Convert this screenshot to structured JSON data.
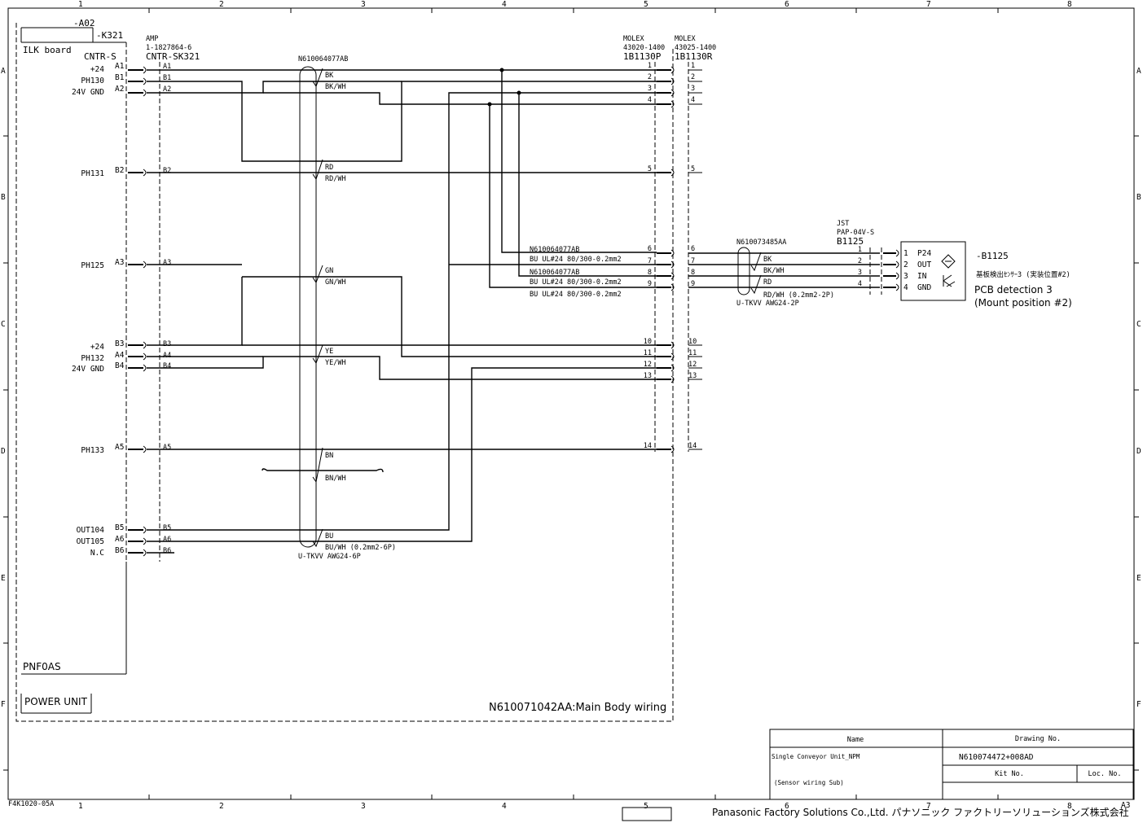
{
  "frame": {
    "col_labels": [
      "1",
      "2",
      "3",
      "4",
      "5",
      "6",
      "7",
      "8"
    ],
    "row_labels": [
      "A",
      "B",
      "C",
      "D",
      "E",
      "F"
    ]
  },
  "labels": {
    "a02": "-A02",
    "k321": "-K321",
    "ilk_board": "ILK board",
    "cntr_s": "CNTR-S",
    "amp": "AMP",
    "amp_part": "1-1827864-6",
    "cntr_sk321": "CNTR-SK321",
    "cable_6p_id": "N610064077AB",
    "molex_p": "MOLEX",
    "molex_p_part": "43020-1400",
    "molex_p_ref": "1B1130P",
    "molex_r": "MOLEX",
    "molex_r_part": "43025-1400",
    "molex_r_ref": "1B1130R",
    "cable_6p_type": "U-TKVV AWG24-6P",
    "cable_6p_spec": "BU/WH (0.2mm2-6P)",
    "pnf0as": "PNF0AS",
    "power_unit": "POWER UNIT",
    "main_body_wiring": "N610071042AA:Main Body wiring",
    "sensor_cable_id": "N610073485AA",
    "sensor_cable_type": "U-TKVV AWG24-2P",
    "sensor_cable_spec": "RD/WH (0.2mm2-2P)",
    "jst": "JST",
    "jst_part": "PAP-04V-S",
    "b1125": "B1125",
    "sensor_ref": "-B1125",
    "sensor_jp": "基板検出ｾﾝｻｰ3 (実装位置#2)",
    "sensor_en1": "PCB detection 3",
    "sensor_en2": "(Mount position #2)",
    "bu_1_id": "N610064077AB",
    "bu_1_spec": "BU   UL#24 80/300-0.2mm2",
    "bu_2_id": "N610064077AB",
    "bu_2_spec": "BU   UL#24 80/300-0.2mm2",
    "bu_3_spec": "BU   UL#24 80/300-0.2mm2",
    "form_no": "F4K1020-05A",
    "size": "A3",
    "company": "Panasonic Factory Solutions Co.,Ltd. パナソニック ファクトリーソリューションズ株式会社"
  },
  "signals": [
    {
      "name": "+24",
      "pin": "A1",
      "pin2": "A1"
    },
    {
      "name": "PH130",
      "pin": "B1",
      "pin2": "B1"
    },
    {
      "name": "24V GND",
      "pin": "A2",
      "pin2": "A2"
    },
    {
      "name": "PH131",
      "pin": "B2",
      "pin2": "B2"
    },
    {
      "name": "PH125",
      "pin": "A3",
      "pin2": "A3"
    },
    {
      "name": "+24",
      "pin": "B3",
      "pin2": "B3"
    },
    {
      "name": "PH132",
      "pin": "A4",
      "pin2": "A4"
    },
    {
      "name": "24V GND",
      "pin": "B4",
      "pin2": "B4"
    },
    {
      "name": "PH133",
      "pin": "A5",
      "pin2": "A5"
    },
    {
      "name": "OUT104",
      "pin": "B5",
      "pin2": "B5"
    },
    {
      "name": "OUT105",
      "pin": "A6",
      "pin2": "A6"
    },
    {
      "name": "N.C",
      "pin": "B6",
      "pin2": "B6"
    }
  ],
  "wire_colors": [
    "BK",
    "BK/WH",
    "RD",
    "RD/WH",
    "GN",
    "GN/WH",
    "YE",
    "YE/WH",
    "BN",
    "BN/WH",
    "BU"
  ],
  "molex_pins": [
    "1",
    "2",
    "3",
    "4",
    "5",
    "6",
    "7",
    "8",
    "9",
    "10",
    "11",
    "12",
    "13",
    "14"
  ],
  "sensor_wires": [
    "BK",
    "BK/WH",
    "RD"
  ],
  "sensor_pins_in": [
    "1",
    "2",
    "3",
    "4"
  ],
  "sensor_pins": [
    {
      "num": "1",
      "name": "P24"
    },
    {
      "num": "2",
      "name": "OUT"
    },
    {
      "num": "3",
      "name": "IN"
    },
    {
      "num": "4",
      "name": "GND"
    }
  ],
  "title_block": {
    "name_header": "Name",
    "drawing_no_header": "Drawing No.",
    "name_value": "Single Conveyor Unit_NPM",
    "drawing_no_value": "N610074472+008AD",
    "kit_no_header": "Kit No.",
    "loc_no_header": "Loc. No.",
    "subtitle": "(Sensor wiring Sub)"
  }
}
